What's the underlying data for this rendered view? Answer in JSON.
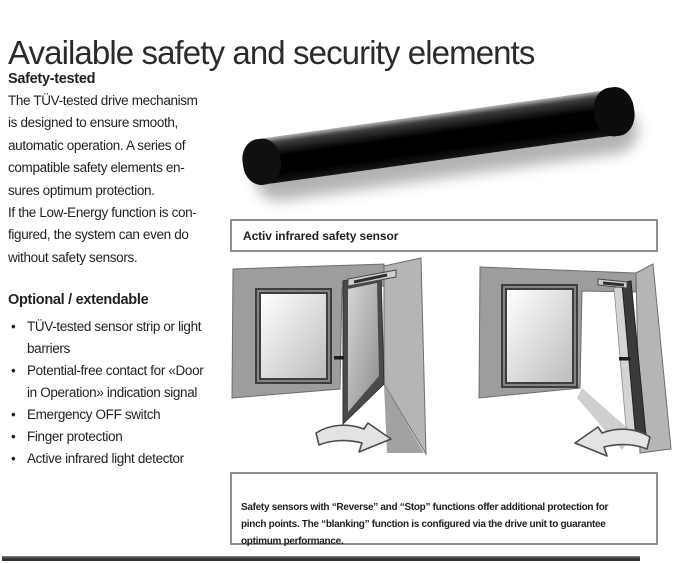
{
  "page": {
    "title": "Available safety and security elements"
  },
  "left_column": {
    "safety_heading": "Safety-tested",
    "safety_body": [
      "The TÜV-tested drive mechanism",
      "is designed to ensure smooth,",
      "automatic operation. A series of",
      "compatible safety elements en-",
      "sures optimum protection.",
      "If the Low-Energy function is con-",
      "figured, the system can even do",
      "without safety sensors."
    ],
    "optional_heading": "Optional / extendable",
    "bullets": [
      [
        "TÜV-tested sensor strip or light",
        "barriers"
      ],
      [
        "Potential-free contact for «Door",
        "in Operation» indication signal"
      ],
      [
        "Emergency OFF switch"
      ],
      [
        "Finger protection"
      ],
      [
        "Active infrared light detector"
      ]
    ]
  },
  "sensor_figure": {
    "image": "black-active-infrared-sensor-bar",
    "caption": "Activ infrared safety sensor"
  },
  "door_figures": {
    "left_image": "door-partially-open-with-drive-unit-arrow-right",
    "right_image": "door-fully-open-with-drive-unit-arrow-left",
    "caption": [
      "Safety sensors with “Reverse” and “Stop” functions offer additional protection for",
      "pinch points. The “blanking” function is configured via the drive unit to guarantee",
      "optimum performance."
    ]
  },
  "colors": {
    "text": "#231f20",
    "caption_border": "#8f8f8f",
    "wall_gray": "#9d9d9d",
    "side_wall_gray": "#b5b5b5",
    "sensor_black": "#0a0a0a",
    "footer_bar": "#3b3b3b",
    "arrow_fill": "#e3e3e3"
  }
}
